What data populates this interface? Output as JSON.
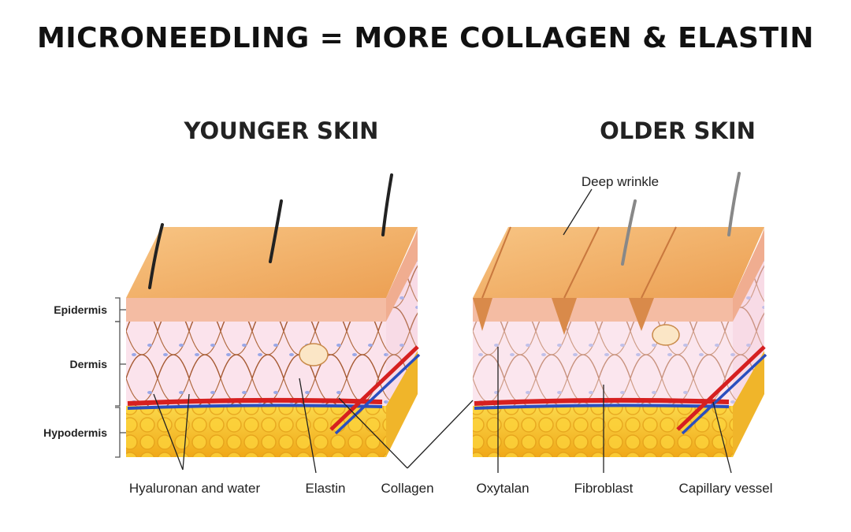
{
  "title": "MICRONEEDLING = MORE COLLAGEN & ELASTIN",
  "panels": {
    "younger": "YOUNGER SKIN",
    "older": "OLDER SKIN"
  },
  "layers": [
    "Epidermis",
    "Dermis",
    "Hypodermis"
  ],
  "callouts": {
    "deep_wrinkle": "Deep wrinkle",
    "hyaluronan": "Hyaluronan and water",
    "elastin": "Elastin",
    "collagen": "Collagen",
    "oxytalan": "Oxytalan",
    "fibroblast": "Fibroblast",
    "capillary": "Capillary vessel"
  },
  "colors": {
    "skin_top": "#f2b36b",
    "epidermis": "#f5c0a8",
    "dermis": "#f9e0ea",
    "fat": "#f6c320",
    "fiber": "#a0522d",
    "artery": "#d62020",
    "vein": "#2a4fbf"
  }
}
